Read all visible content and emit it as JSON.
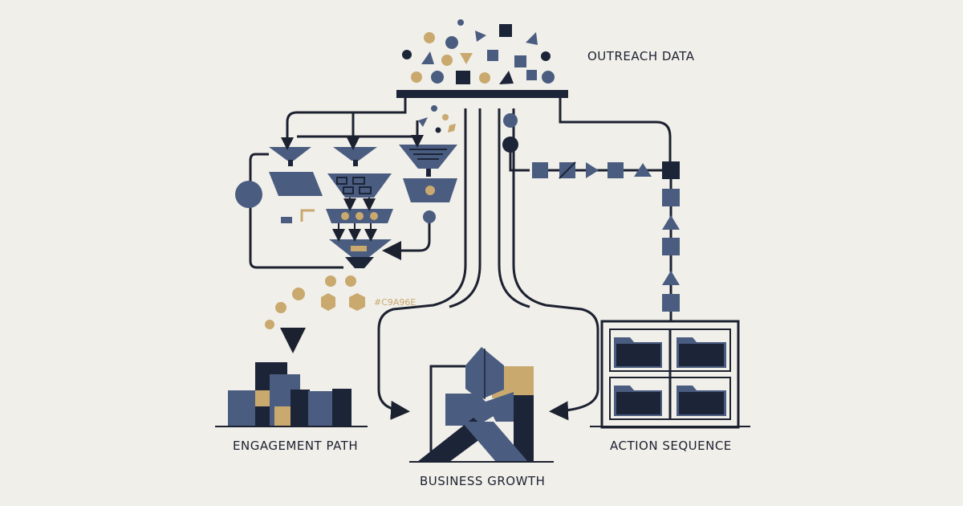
{
  "labels": {
    "outreach": "OUTREACH DATA",
    "engagement": "ENGAGEMENT PATH",
    "action": "ACTION SEQUENCE",
    "growth": "BUSINESS GROWTH",
    "hex_code": "#C9A96E"
  },
  "colors": {
    "navy": "#1c2438",
    "slate": "#4a5d80",
    "gold": "#c9a96e",
    "background": "#f1efea",
    "line": "#1c2130"
  }
}
